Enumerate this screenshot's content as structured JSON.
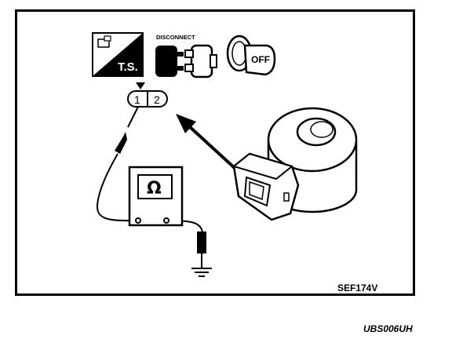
{
  "icons": {
    "ts": {
      "name": "trouble-shooting-icon",
      "label": "T.S."
    },
    "disconnect": {
      "name": "disconnect-connector-icon",
      "label": "DISCONNECT"
    },
    "ignition": {
      "name": "ignition-key-off-icon",
      "label": "OFF"
    }
  },
  "connector": {
    "pin1": "1",
    "pin2": "2"
  },
  "meter": {
    "name": "ohmmeter-icon",
    "symbol": "Ω"
  },
  "ground": {
    "name": "ground-symbol-icon"
  },
  "sensor": {
    "name": "knock-sensor"
  },
  "labels": {
    "figure_code": "SEF174V",
    "doc_code": "UBS006UH"
  }
}
